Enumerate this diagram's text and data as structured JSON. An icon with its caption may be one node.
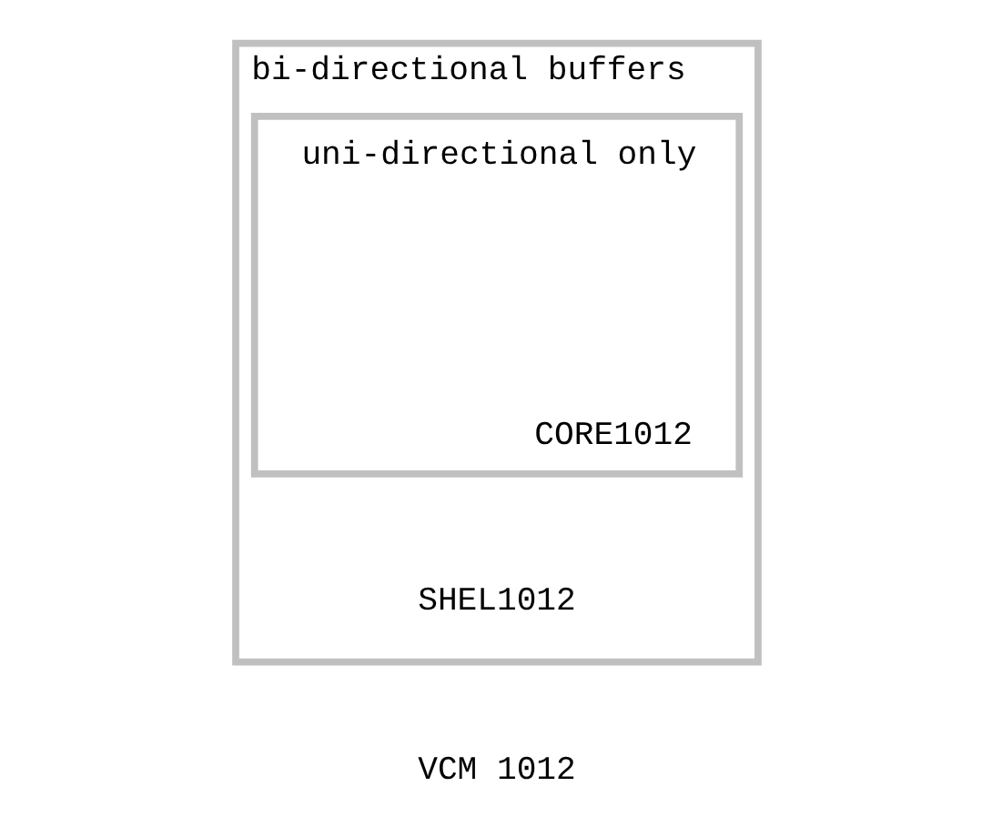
{
  "diagram": {
    "nodes": [
      {
        "text": [
          "bi-directional buffers",
          "SHEL1012"
        ]
      },
      {
        "text": [
          "uni-directional only",
          "CORE1012"
        ],
        "in": 0
      }
    ],
    "edges": [],
    "labels": [
      "VCM 1012"
    ]
  }
}
